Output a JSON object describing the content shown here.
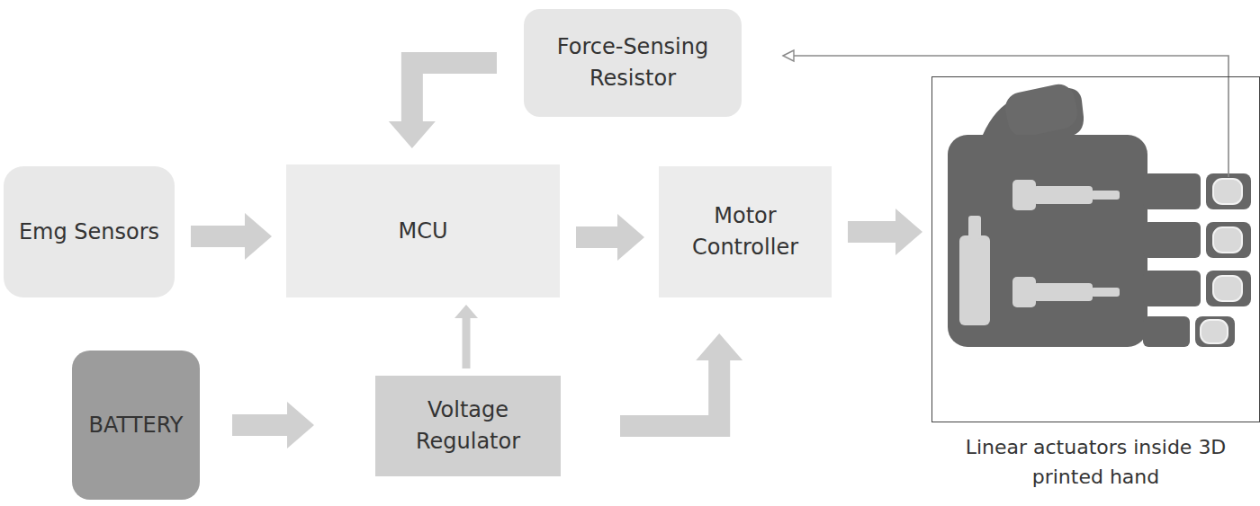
{
  "diagram": {
    "nodes": [
      {
        "text": [
          "Force-Sensing Resistor"
        ]
      },
      {
        "text": [
          "Emg Sensors"
        ]
      },
      {
        "text": [
          "MCU"
        ]
      },
      {
        "text": [
          "Motor Controller"
        ]
      },
      {
        "text": [
          "Linear actuators inside 3D printed hand"
        ]
      },
      {
        "text": [
          "BATTERY"
        ]
      },
      {
        "text": [
          "Voltage Regulator"
        ]
      }
    ],
    "edges": [
      {
        "from": 0,
        "to": 2,
        "arrow": "to"
      },
      {
        "from": 1,
        "to": 2,
        "arrow": "to"
      },
      {
        "from": 2,
        "to": 3,
        "arrow": "to"
      },
      {
        "from": 3,
        "to": 4,
        "arrow": "to"
      },
      {
        "from": 5,
        "to": 6,
        "arrow": "to"
      },
      {
        "from": 6,
        "to": 2,
        "arrow": "to"
      },
      {
        "from": 6,
        "to": 3,
        "arrow": "to"
      },
      {
        "from": 4,
        "to": 0,
        "arrow": "to"
      }
    ]
  }
}
